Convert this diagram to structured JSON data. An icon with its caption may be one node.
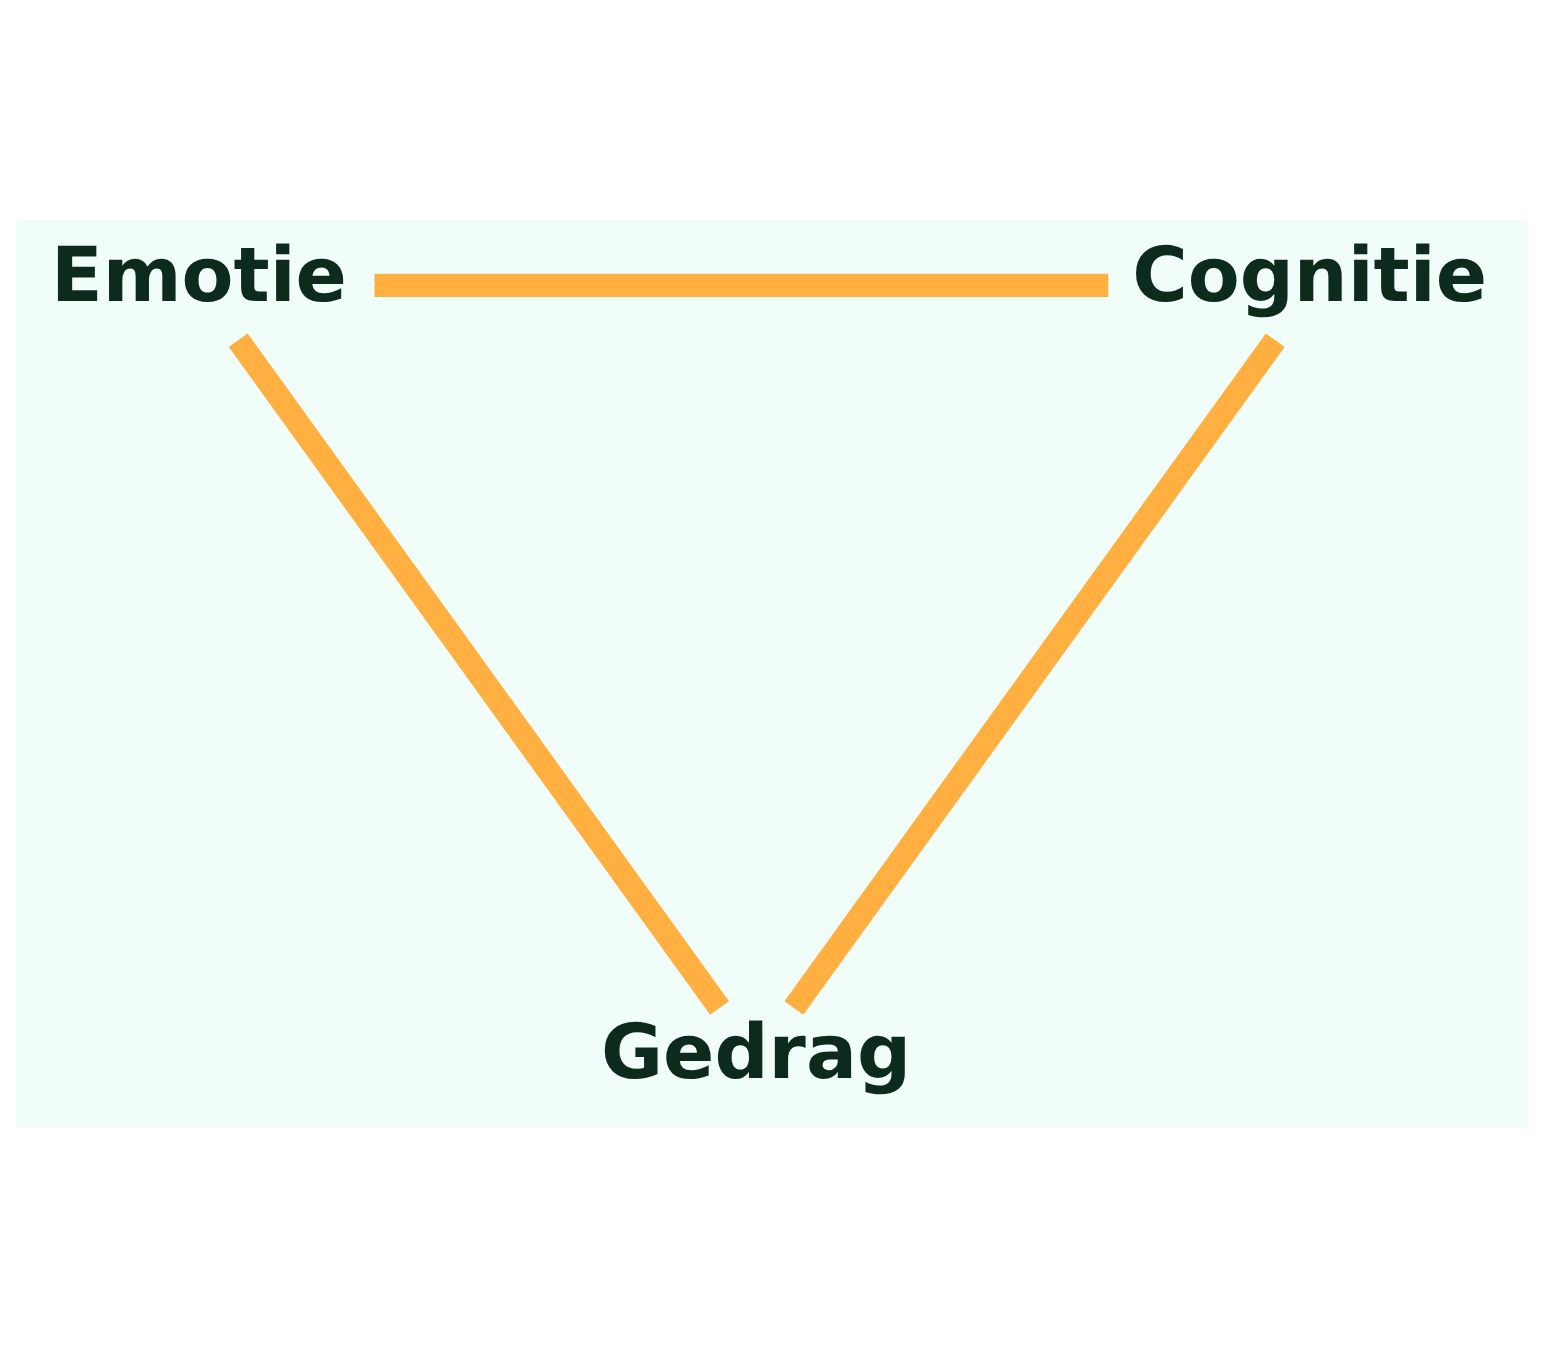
{
  "diagram": {
    "nodes": [
      {
        "text": [
          "Emotie"
        ]
      },
      {
        "text": [
          "Cognitie"
        ]
      },
      {
        "text": [
          "Gedrag"
        ]
      }
    ],
    "edges": [
      {
        "from": 0,
        "to": 1,
        "arrow": "none"
      },
      {
        "from": 1,
        "to": 2,
        "arrow": "none"
      },
      {
        "from": 2,
        "to": 0,
        "arrow": "none"
      }
    ]
  }
}
